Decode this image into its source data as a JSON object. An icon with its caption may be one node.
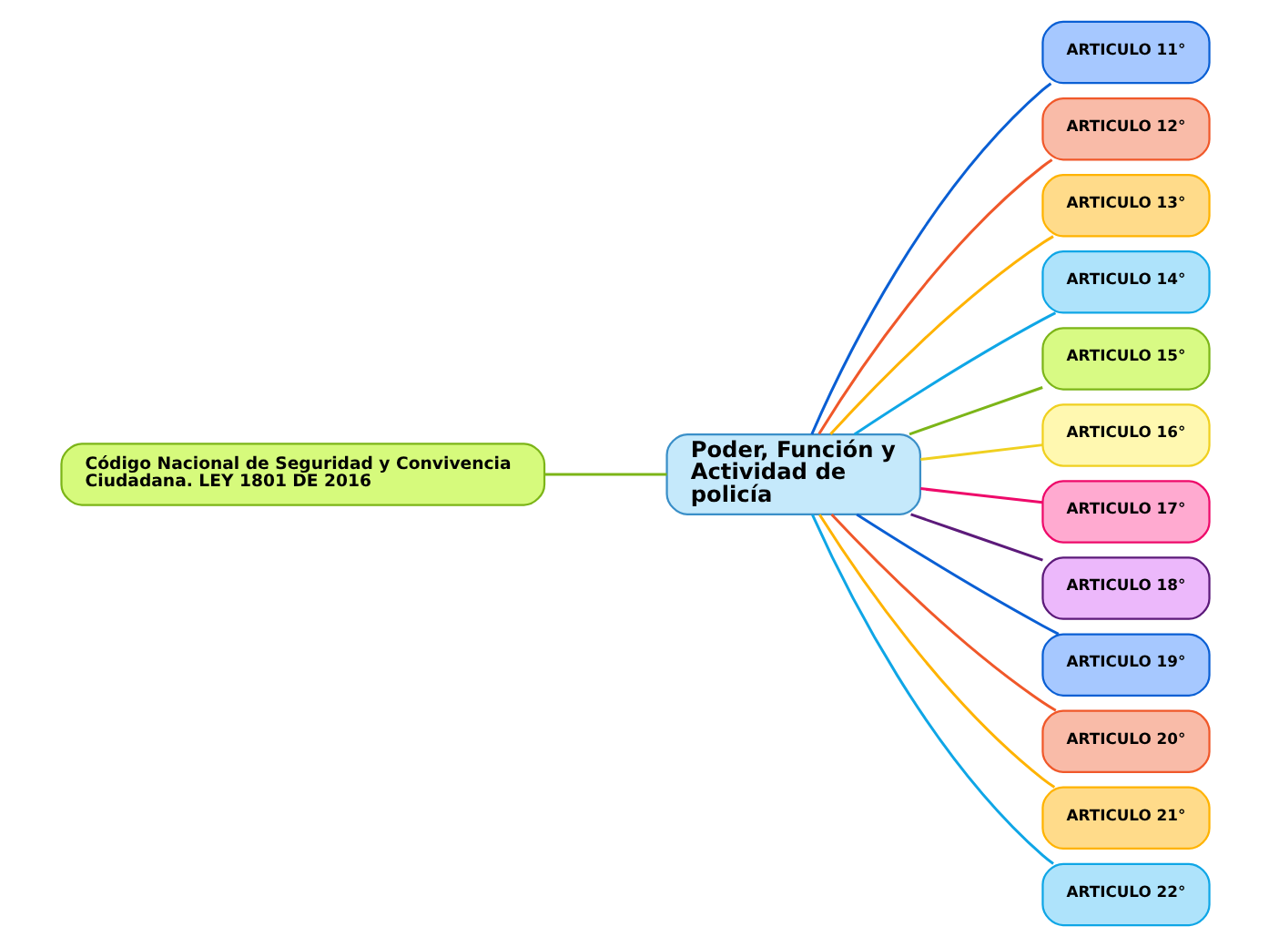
{
  "diagram": {
    "nodes": [
      {
        "text": [
          "Código Nacional de Seguridad y Convivencia Ciudadana. LEY 1801 DE 2016"
        ]
      },
      {
        "text": [
          "Poder, Función y Actividad de policía"
        ]
      },
      {
        "text": [
          "ARTICULO 11°"
        ]
      },
      {
        "text": [
          "ARTICULO 12°"
        ]
      },
      {
        "text": [
          "ARTICULO 13°"
        ]
      },
      {
        "text": [
          "ARTICULO 14°"
        ]
      },
      {
        "text": [
          "ARTICULO 15°"
        ]
      },
      {
        "text": [
          "ARTICULO 16°"
        ]
      },
      {
        "text": [
          "ARTICULO 17°"
        ]
      },
      {
        "text": [
          "ARTICULO 18°"
        ]
      },
      {
        "text": [
          "ARTICULO 19°"
        ]
      },
      {
        "text": [
          "ARTICULO 20°"
        ]
      },
      {
        "text": [
          "ARTICULO 21°"
        ]
      },
      {
        "text": [
          "ARTICULO 22°"
        ]
      }
    ],
    "edges": [
      {
        "from": 0,
        "to": 1,
        "arrow": "none",
        "color": "#7cb518"
      },
      {
        "from": 1,
        "to": 2,
        "arrow": "none",
        "color": "#0a5fd4"
      },
      {
        "from": 1,
        "to": 3,
        "arrow": "none",
        "color": "#f0582a"
      },
      {
        "from": 1,
        "to": 4,
        "arrow": "none",
        "color": "#ffb300"
      },
      {
        "from": 1,
        "to": 5,
        "arrow": "none",
        "color": "#0fa6e6"
      },
      {
        "from": 1,
        "to": 6,
        "arrow": "none",
        "color": "#7cb518"
      },
      {
        "from": 1,
        "to": 7,
        "arrow": "none",
        "color": "#f0d020"
      },
      {
        "from": 1,
        "to": 8,
        "arrow": "none",
        "color": "#ee0a6a"
      },
      {
        "from": 1,
        "to": 9,
        "arrow": "none",
        "color": "#5c1a7a"
      },
      {
        "from": 1,
        "to": 10,
        "arrow": "none",
        "color": "#0a5fd4"
      },
      {
        "from": 1,
        "to": 11,
        "arrow": "none",
        "color": "#f0582a"
      },
      {
        "from": 1,
        "to": 12,
        "arrow": "none",
        "color": "#ffb300"
      },
      {
        "from": 1,
        "to": 13,
        "arrow": "none",
        "color": "#0fa6e6"
      }
    ]
  }
}
